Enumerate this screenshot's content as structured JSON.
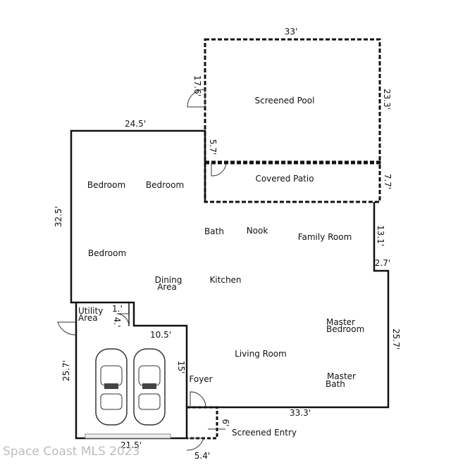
{
  "rooms": {
    "screened_pool": "Screened Pool",
    "covered_patio": "Covered Patio",
    "bedroom_1": "Bedroom",
    "bedroom_2": "Bedroom",
    "bedroom_3": "Bedroom",
    "bath": "Bath",
    "nook": "Nook",
    "family_room": "Family Room",
    "dining_area_line1": "Dining",
    "dining_area_line2": "Area",
    "kitchen": "Kitchen",
    "utility_area_line1": "Utility",
    "utility_area_line2": "Area",
    "master_bedroom_line1": "Master",
    "master_bedroom_line2": "Bedroom",
    "living_room": "Living Room",
    "master_bath_line1": "Master",
    "master_bath_line2": "Bath",
    "foyer": "Foyer",
    "screened_entry": "Screened Entry"
  },
  "dimensions": {
    "pool_width": "33'",
    "pool_depth_left": "17.6'",
    "pool_depth_right": "23.3'",
    "patio_left": "5.7'",
    "patio_right": "7.7'",
    "house_top": "24.5'",
    "house_left": "32.5'",
    "family_right": "13.1'",
    "jog": "2.7'",
    "master_right": "25.7'",
    "utility_small_a": "1.'",
    "utility_small_b": "4.'",
    "garage_top": "10.5'",
    "garage_inner": "15'",
    "garage_left": "25.7'",
    "front": "33.3'",
    "entry_side": "6'",
    "garage_bottom": "21.5'",
    "entry_bottom": "5.4'"
  },
  "watermark": "Space Coast MLS 2023"
}
